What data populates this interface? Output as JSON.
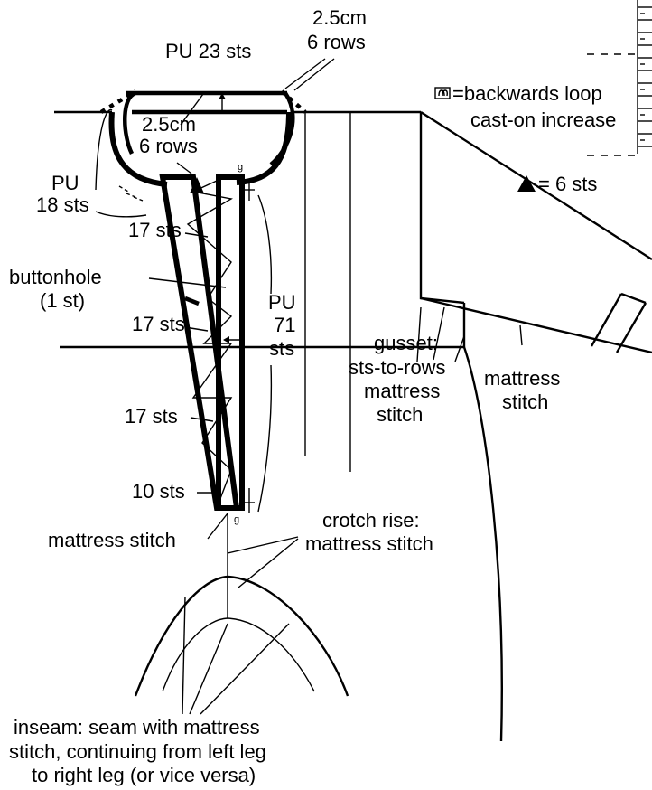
{
  "labels": {
    "pu_top": "PU 23 sts",
    "band_outer_1": "2.5cm",
    "band_outer_2": "6 rows",
    "band_inner_1": "2.5cm",
    "band_inner_2": "6 rows",
    "pu18_1": "PU",
    "pu18_2": "18 sts",
    "sts17_a": "17 sts",
    "sts17_b": "17 sts",
    "sts17_c": "17 sts",
    "sts10": "10 sts",
    "buttonhole_1": "buttonhole",
    "buttonhole_2": "(1 st)",
    "pu71_1": "PU",
    "pu71_2": "71",
    "pu71_3": "sts",
    "legend_loop_1": "=backwards loop",
    "legend_loop_2": "cast-on increase",
    "legend_triangle": "= 6 sts",
    "gusset_1": "gusset:",
    "gusset_2": "sts-to-rows",
    "gusset_3": "mattress",
    "gusset_4": "stitch",
    "sleeve_mattress_1": "mattress",
    "sleeve_mattress_2": "stitch",
    "mattress_bottom": "mattress stitch",
    "crotch_1": "crotch rise:",
    "crotch_2": "mattress stitch",
    "inseam_1": "inseam: seam with mattress",
    "inseam_2": "stitch, continuing from left leg",
    "inseam_3": "to right leg (or vice versa)"
  }
}
